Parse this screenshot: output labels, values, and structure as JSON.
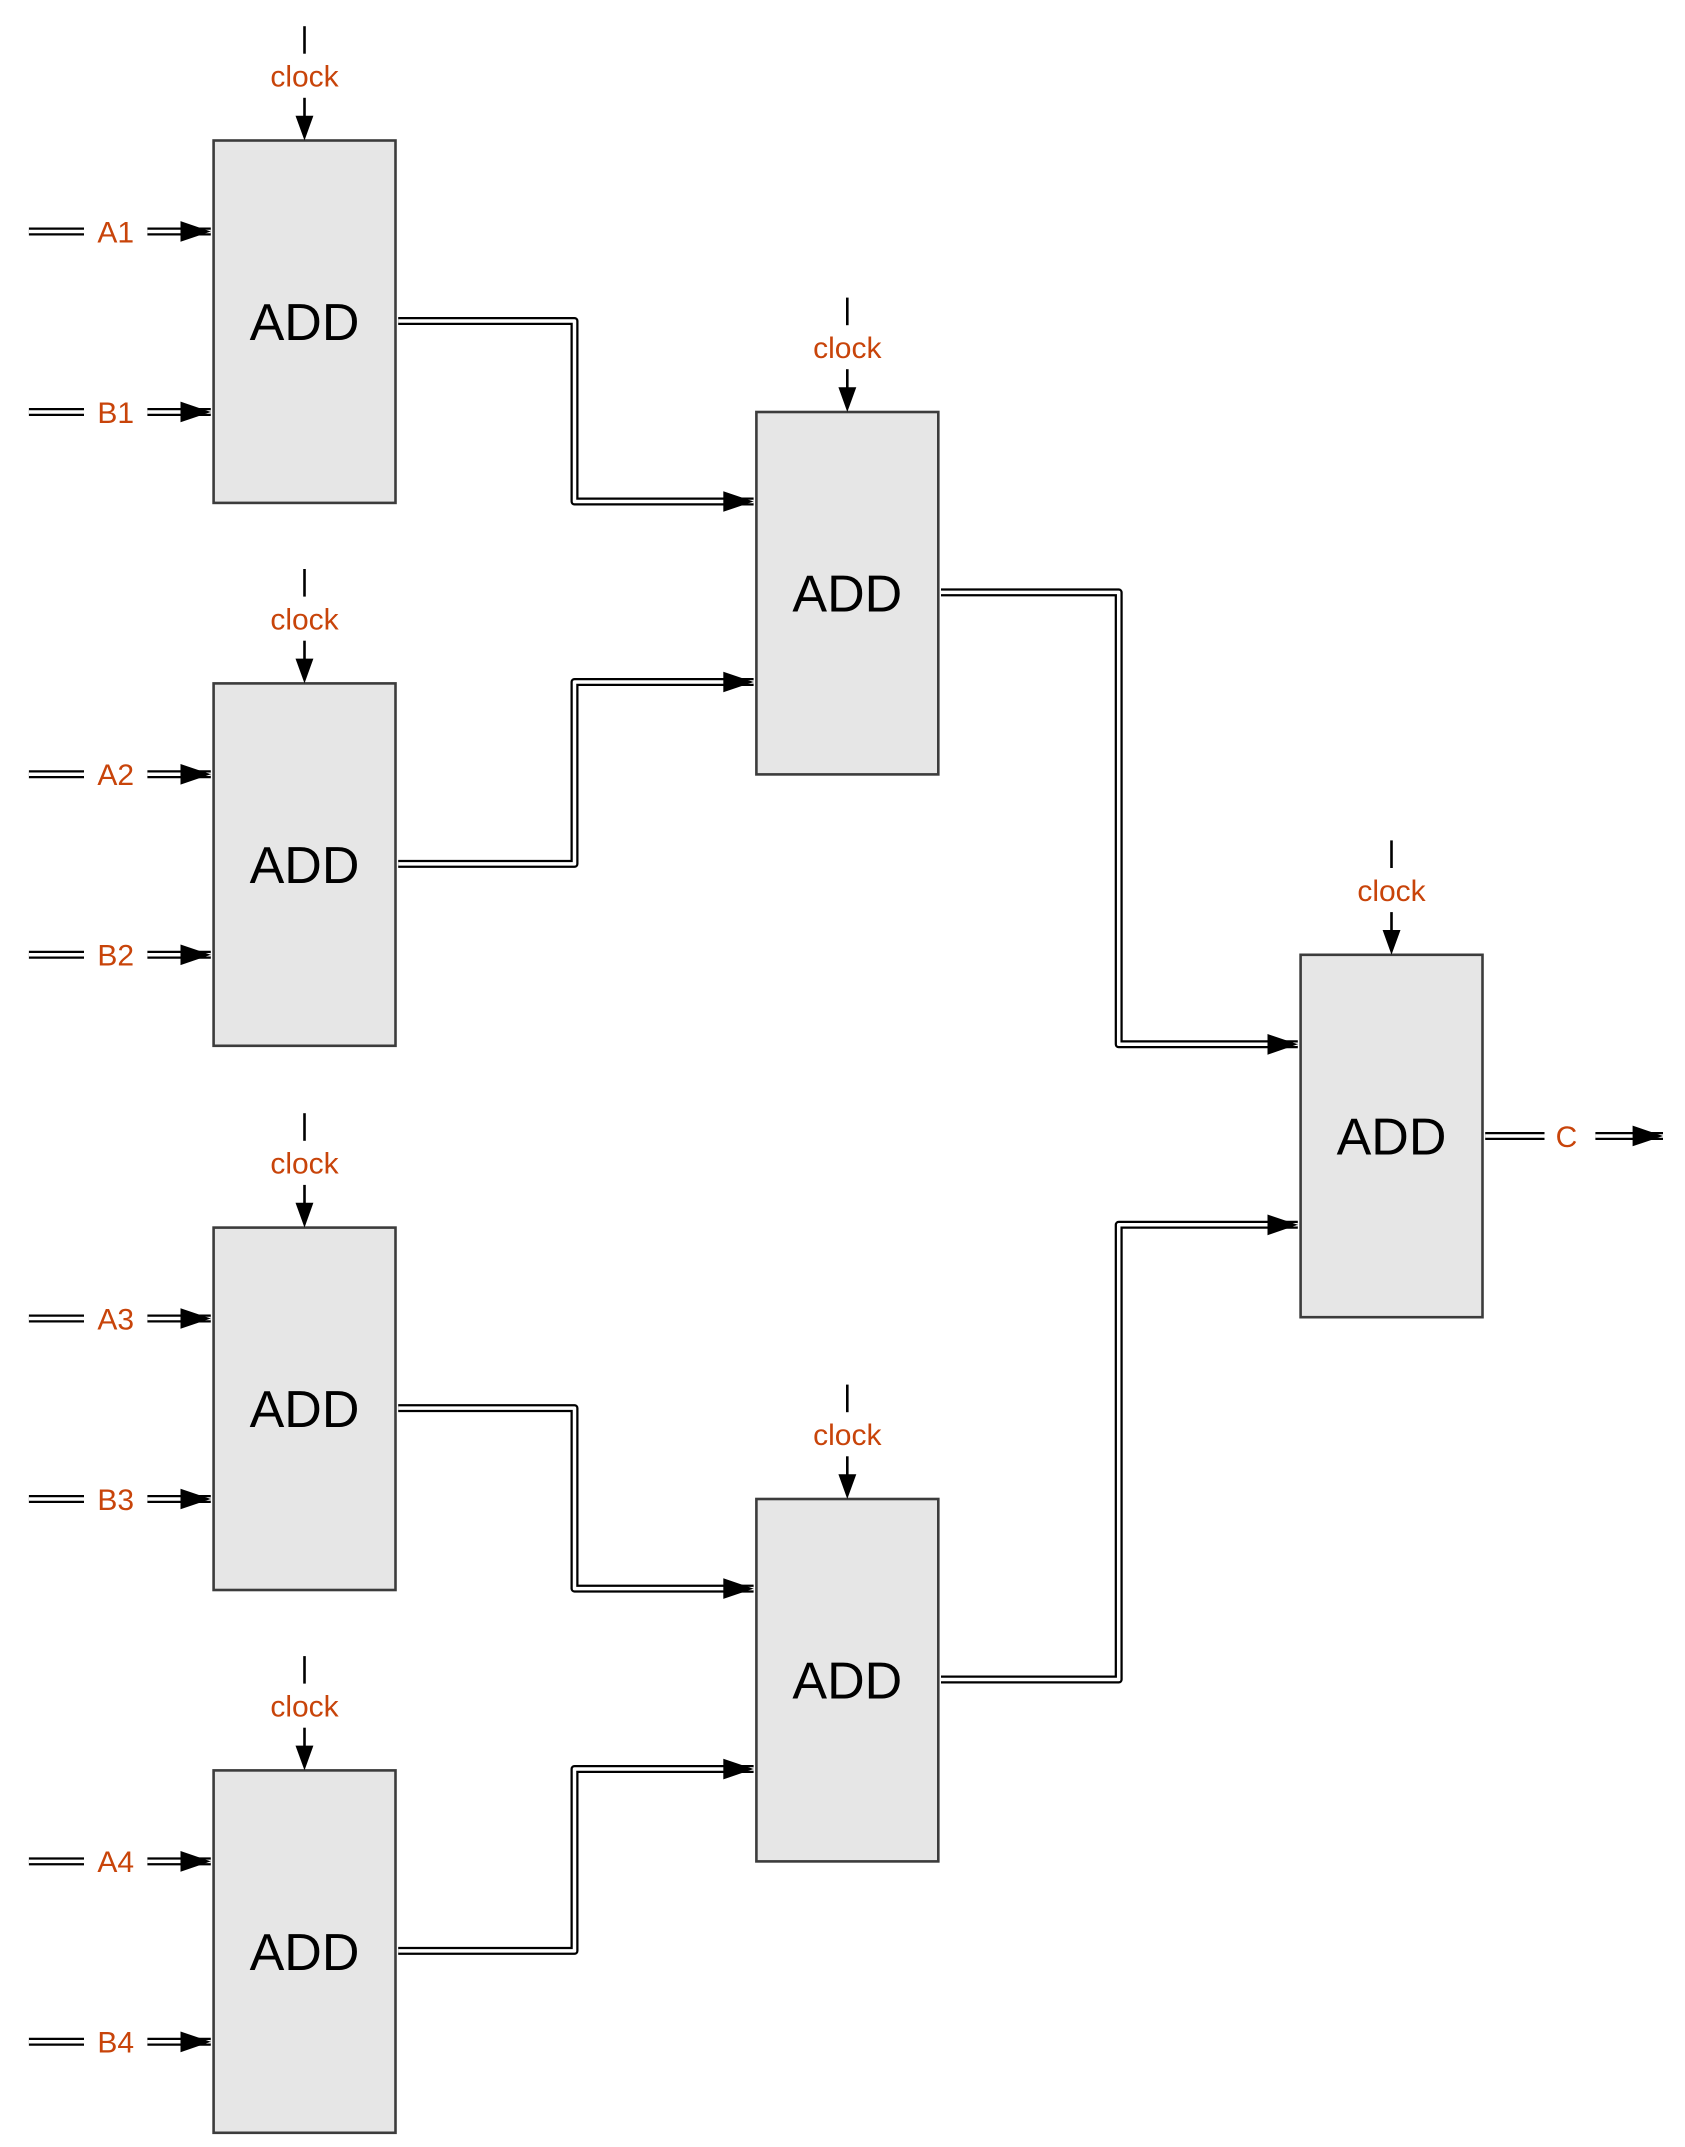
{
  "colors": {
    "signal_label": "#c8440a",
    "block_fill": "#e6e6e6",
    "block_stroke": "#3c3c3c"
  },
  "adders": [
    {
      "id": "L1",
      "label": "ADD",
      "clock_label": "clock"
    },
    {
      "id": "L2",
      "label": "ADD",
      "clock_label": "clock"
    },
    {
      "id": "L3",
      "label": "ADD",
      "clock_label": "clock"
    },
    {
      "id": "L4",
      "label": "ADD",
      "clock_label": "clock"
    },
    {
      "id": "M1",
      "label": "ADD",
      "clock_label": "clock"
    },
    {
      "id": "M2",
      "label": "ADD",
      "clock_label": "clock"
    },
    {
      "id": "R",
      "label": "ADD",
      "clock_label": "clock"
    }
  ],
  "inputs": [
    {
      "label": "A1",
      "to": "L1"
    },
    {
      "label": "B1",
      "to": "L1"
    },
    {
      "label": "A2",
      "to": "L2"
    },
    {
      "label": "B2",
      "to": "L2"
    },
    {
      "label": "A3",
      "to": "L3"
    },
    {
      "label": "B3",
      "to": "L3"
    },
    {
      "label": "A4",
      "to": "L4"
    },
    {
      "label": "B4",
      "to": "L4"
    }
  ],
  "connections": [
    {
      "from": "L1",
      "to": "M1"
    },
    {
      "from": "L2",
      "to": "M1"
    },
    {
      "from": "L3",
      "to": "M2"
    },
    {
      "from": "L4",
      "to": "M2"
    },
    {
      "from": "M1",
      "to": "R"
    },
    {
      "from": "M2",
      "to": "R"
    }
  ],
  "output": {
    "label": "C",
    "from": "R"
  }
}
